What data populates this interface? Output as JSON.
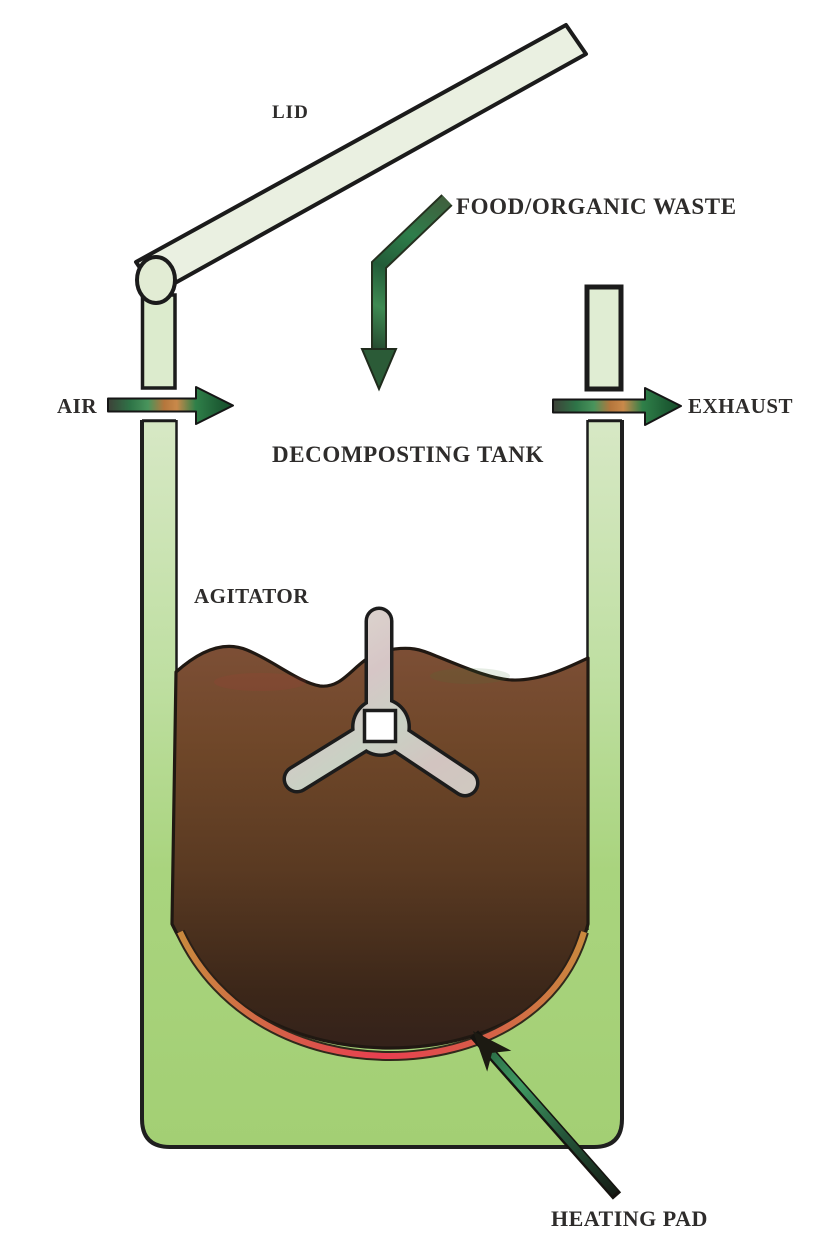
{
  "diagram": {
    "title": "DECOMPOSTING TANK",
    "labels": {
      "lid": "LID",
      "food_waste": "FOOD/ORGANIC WASTE",
      "air": "AIR",
      "exhaust": "EXHAUST",
      "tank": "DECOMPOSTING TANK",
      "agitator": "AGITATOR",
      "heating_pad": "HEATING PAD"
    },
    "colors": {
      "background": "#ffffff",
      "outline": "#1f1f1f",
      "text": "#2e2c2b",
      "lid_green": "#eaf0e1",
      "hinge_green": "#e2ecd4",
      "pipe_green": "#dcebcd",
      "chimney_green": "#e0edd3",
      "tank_green_top": "#d7e8c5",
      "tank_green_mid": "#b5d98b",
      "tank_green_bottom": "#a3cf74",
      "compost_brown_top": "#7d4f36",
      "compost_brown_bottom": "#33211a",
      "heating_pad_red": "#ea3f50",
      "heating_pad_orange": "#c9893e",
      "arrow_green": "#2f8049",
      "arrow_dark_green": "#1e5e35",
      "arrow_orange_patch": "#c9894a",
      "agitator_gray": "#d2ccc5",
      "hub_square_white": "#ffffff"
    }
  }
}
